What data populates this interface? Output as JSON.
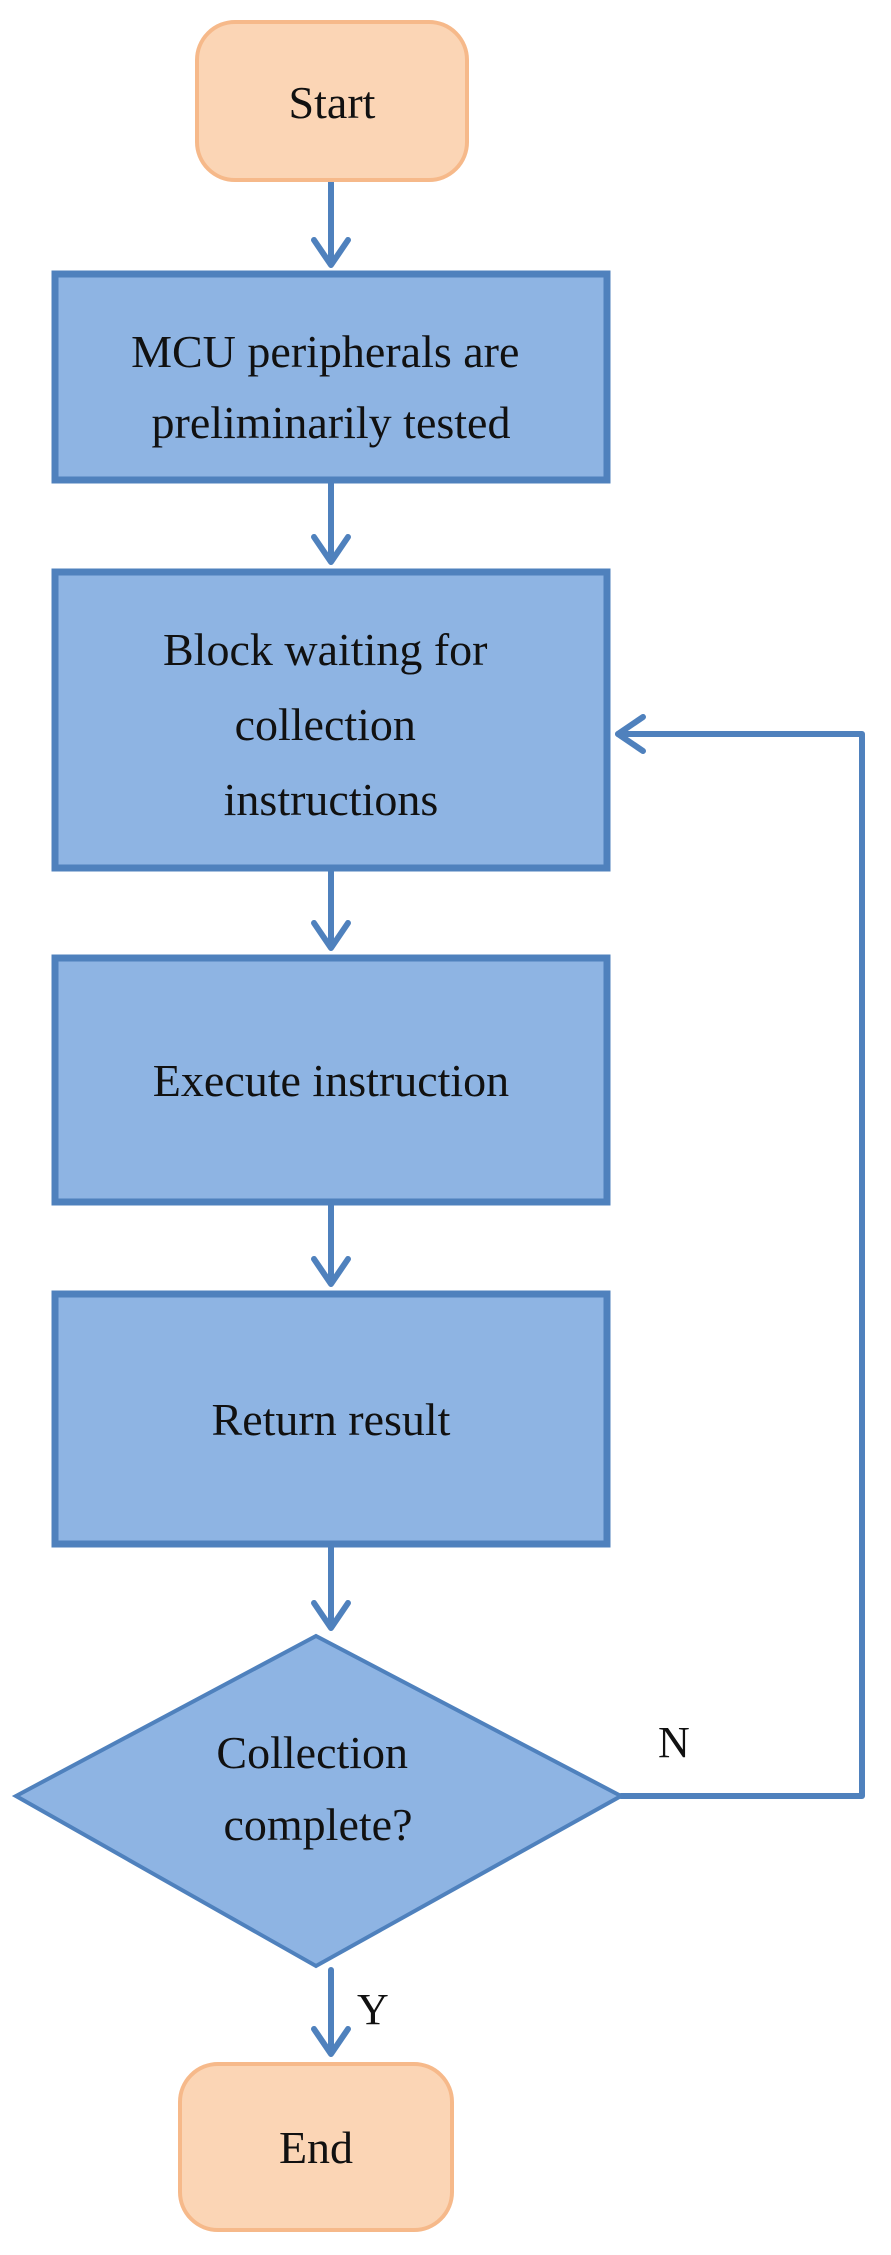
{
  "colors": {
    "terminal_fill": "#fbd5b5",
    "terminal_stroke": "#f6b98a",
    "process_fill": "#8eb4e3",
    "process_stroke": "#4f81bd",
    "connector": "#4f81bd"
  },
  "nodes": {
    "start": {
      "lines": [
        "Start"
      ]
    },
    "preliminary_test": {
      "lines": [
        "MCU peripherals are",
        "preliminarily tested"
      ]
    },
    "block_wait": {
      "lines": [
        "Block waiting for",
        "collection",
        "instructions"
      ]
    },
    "execute": {
      "lines": [
        "Execute instruction"
      ]
    },
    "return_result": {
      "lines": [
        "Return result"
      ]
    },
    "decision": {
      "lines": [
        "Collection",
        "complete?"
      ]
    },
    "end": {
      "lines": [
        "End"
      ]
    }
  },
  "edges": {
    "yes_label": "Y",
    "no_label": "N"
  }
}
